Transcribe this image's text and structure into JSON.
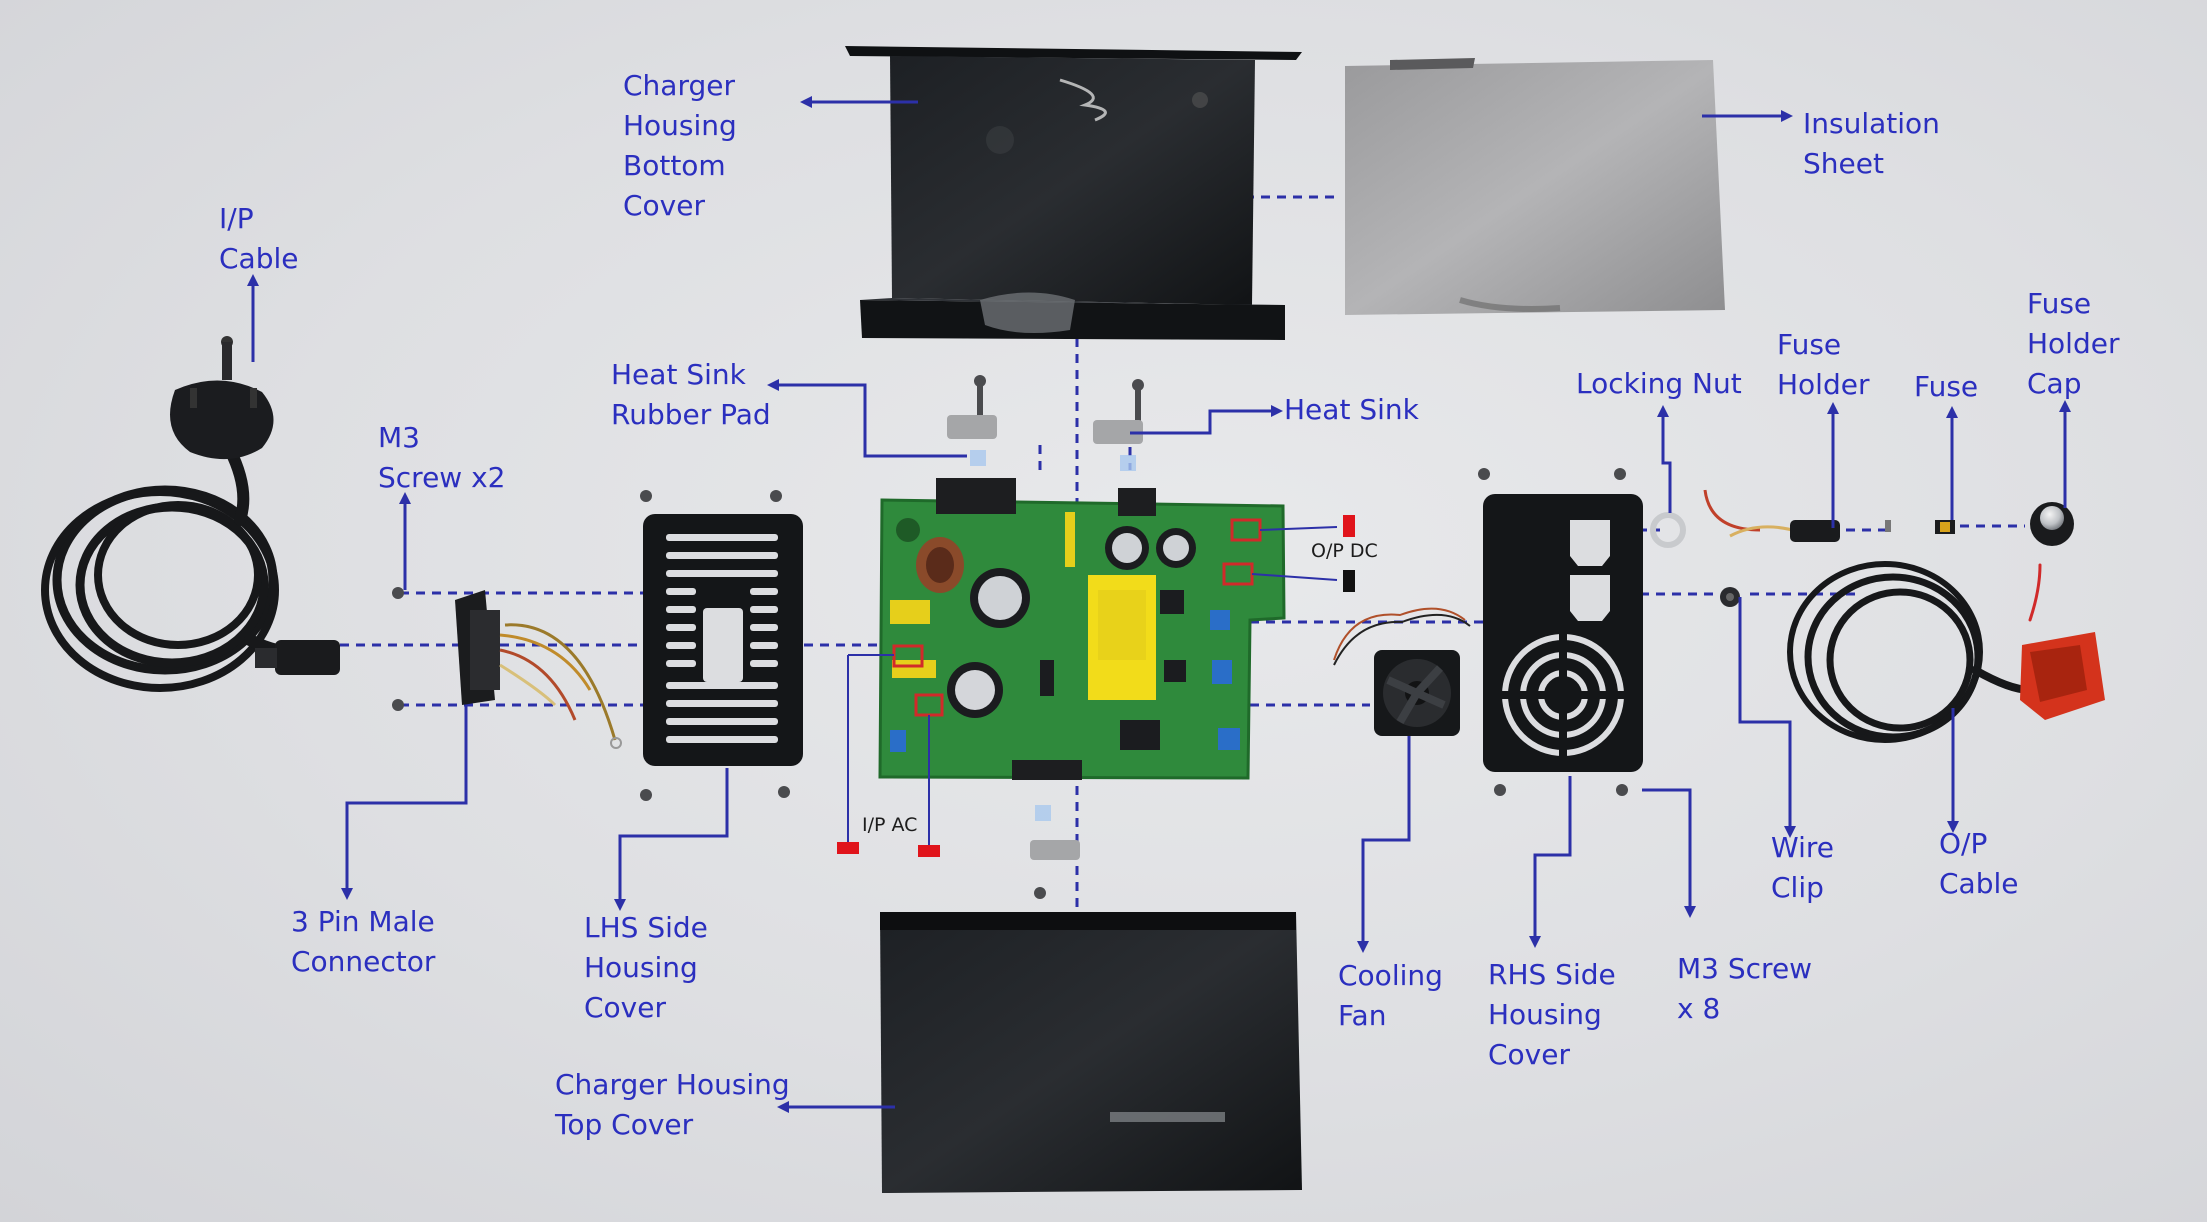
{
  "labels": {
    "bottom_cover": "Charger\nHousing\nBottom\nCover",
    "insulation_sheet": "Insulation\nSheet",
    "ip_cable": "I/P\nCable",
    "heat_sink_rubber_pad": "Heat Sink\nRubber Pad",
    "heat_sink": "Heat Sink",
    "locking_nut": "Locking Nut",
    "fuse_holder": "Fuse\nHolder",
    "fuse": "Fuse",
    "fuse_holder_cap": "Fuse\nHolder\nCap",
    "m3_screw_x2": "M3\nScrew x2",
    "op_dc": "O/P DC",
    "ip_ac": "I/P AC",
    "three_pin_connector": "3 Pin Male\nConnector",
    "lhs_cover": "LHS Side\nHousing\nCover",
    "cooling_fan": "Cooling\nFan",
    "rhs_cover": "RHS Side\nHousing\nCover",
    "m3_screw_x8": "M3 Screw\nx 8",
    "wire_clip": "Wire\nClip",
    "op_cable": "O/P\nCable",
    "top_cover": "Charger Housing\nTop Cover"
  },
  "colors": {
    "label_blue": "#2b2fbf",
    "leader_blue": "#2c30a8",
    "pcb_green": "#2f8a3c",
    "housing_black": "#15171a",
    "marker_red": "#e0141b"
  }
}
